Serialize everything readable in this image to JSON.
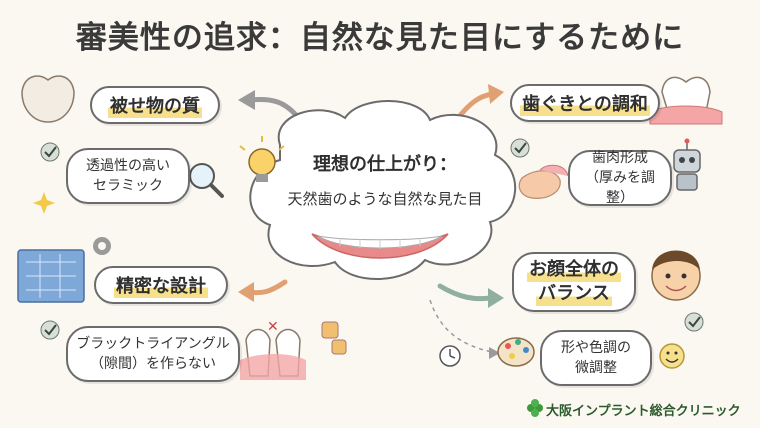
{
  "title": "審美性の追求：自然な見た目にするために",
  "center": {
    "title": "理想の仕上がり：",
    "subtitle": "天然歯のような自然な見た目"
  },
  "nodes": {
    "top_left": {
      "heading": "被せ物の質",
      "detail_line1": "透過性の高い",
      "detail_line2": "セラミック"
    },
    "top_right": {
      "heading": "歯ぐきとの調和",
      "detail_line1": "歯肉形成",
      "detail_line2": "（厚みを調整）"
    },
    "bottom_left": {
      "heading": "精密な設計",
      "detail_line1": "ブラックトライアングル",
      "detail_line2": "（隙間）を作らない"
    },
    "bottom_right": {
      "heading_line1": "お顔全体の",
      "heading_line2": "バランス",
      "detail_line1": "形や色調の",
      "detail_line2": "微調整"
    }
  },
  "footer": {
    "clinic_name": "大阪インプラント総合クリニック"
  },
  "colors": {
    "highlight": "#f7e08c",
    "arrow": "#8a8a8a",
    "check": "#6a7a6a",
    "logo_green": "#3c9a3c"
  }
}
